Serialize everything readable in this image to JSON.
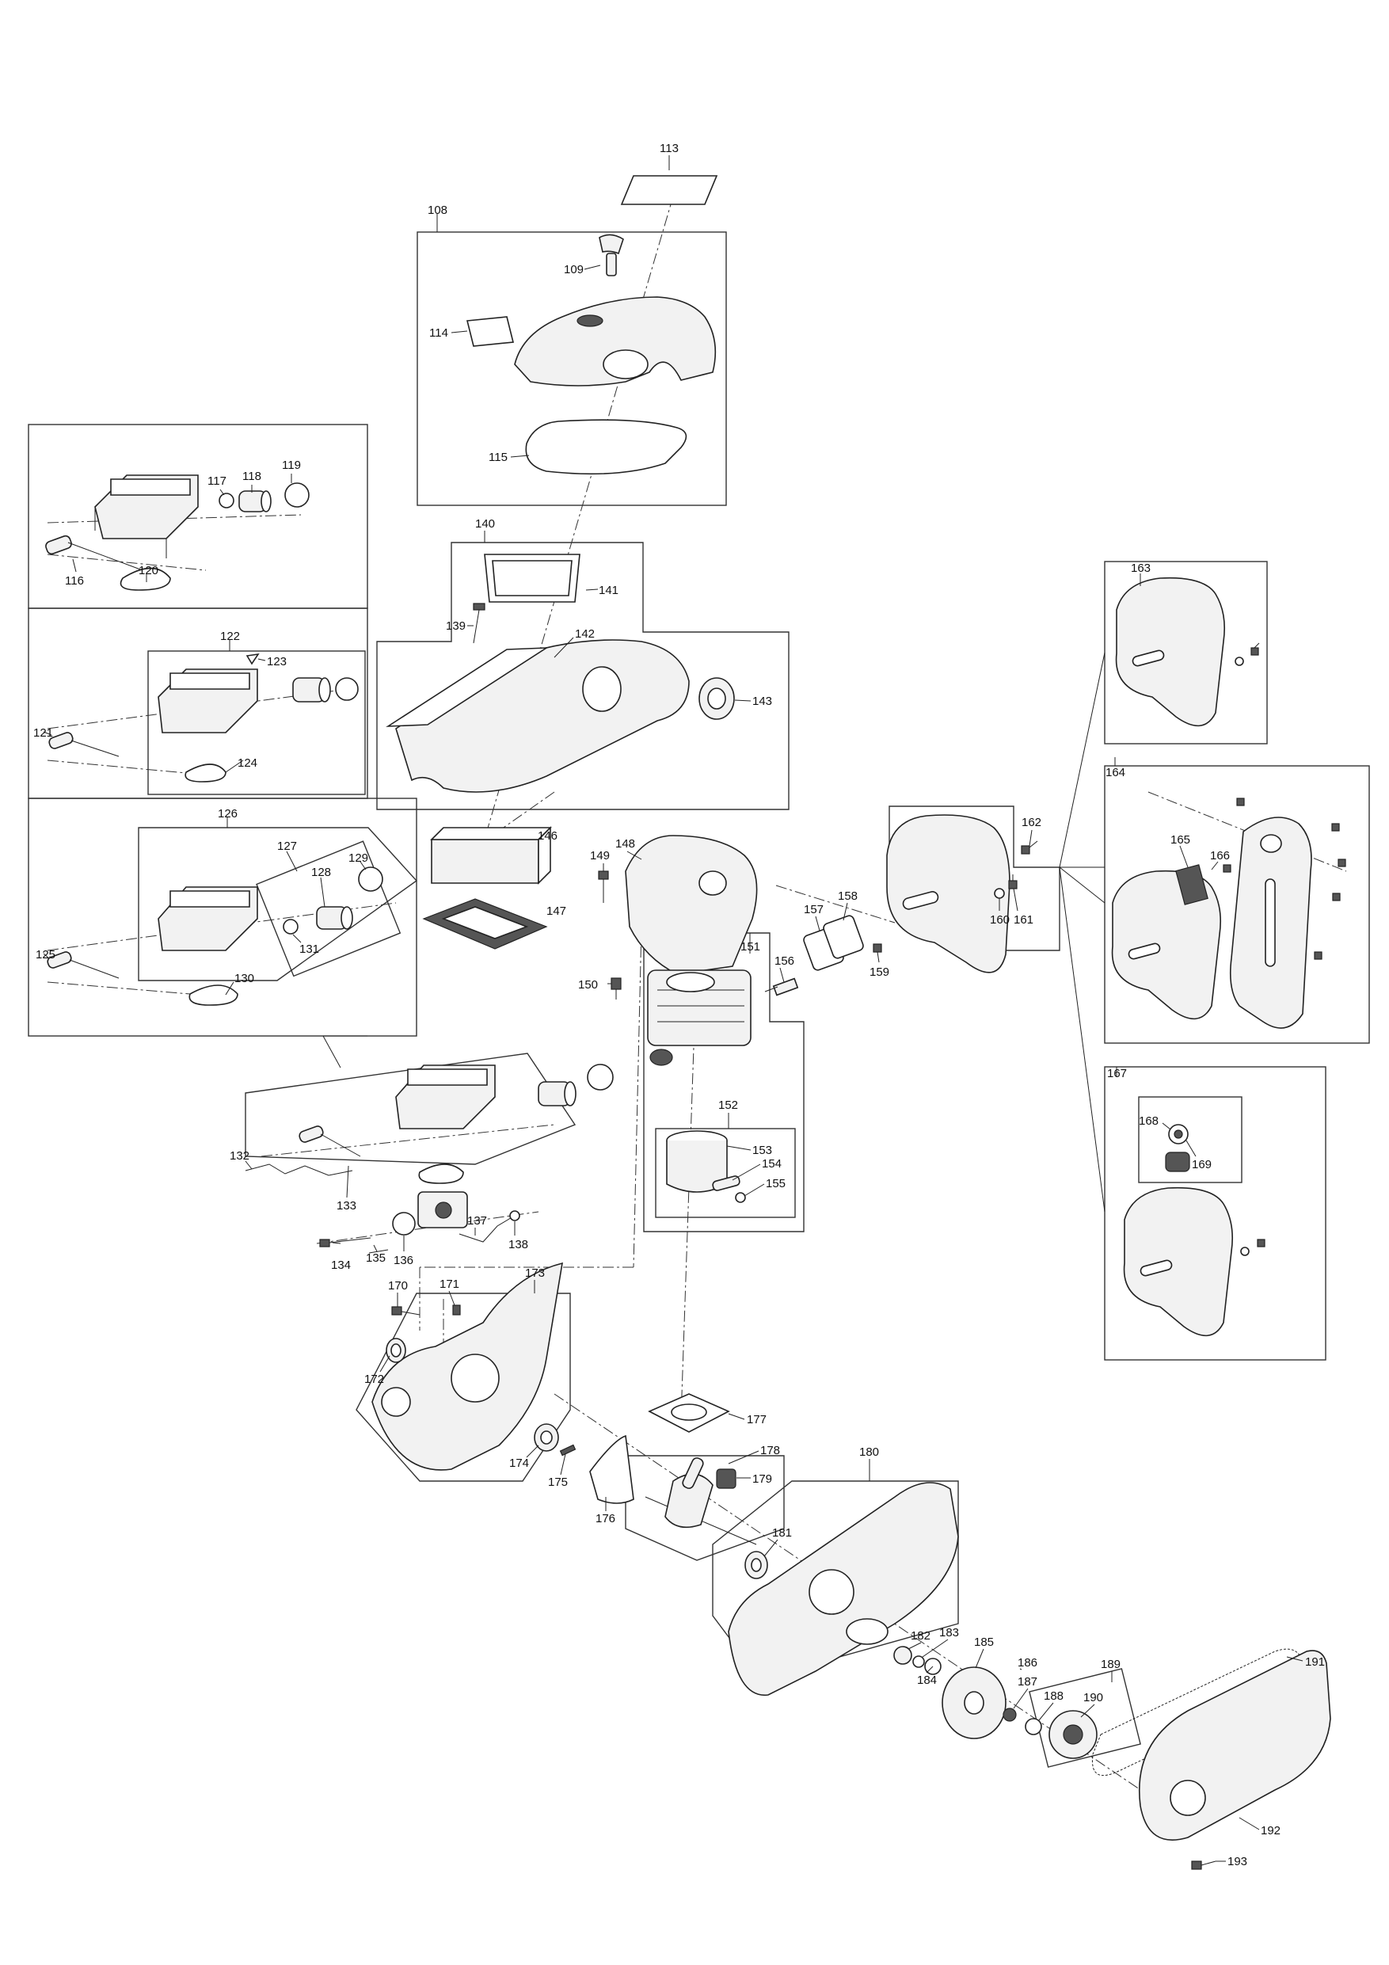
{
  "labels": {
    "p108": "108",
    "p109": "109",
    "p113": "113",
    "p114": "114",
    "p115": "115",
    "p116": "116",
    "p117": "117",
    "p118": "118",
    "p119": "119",
    "p120": "120",
    "p121": "121",
    "p122": "122",
    "p123": "123",
    "p124": "124",
    "p125": "125",
    "p126": "126",
    "p127": "127",
    "p128": "128",
    "p129": "129",
    "p130": "130",
    "p131": "131",
    "p132": "132",
    "p133": "133",
    "p134": "134",
    "p135": "135",
    "p136": "136",
    "p137": "137",
    "p138": "138",
    "p139": "139",
    "p140": "140",
    "p141": "141",
    "p142": "142",
    "p143": "143",
    "p146": "146",
    "p147": "147",
    "p148": "148",
    "p149": "149",
    "p150": "150",
    "p151": "151",
    "p152": "152",
    "p153": "153",
    "p154": "154",
    "p155": "155",
    "p156": "156",
    "p157": "157",
    "p158": "158",
    "p159": "159",
    "p160": "160",
    "p161": "161",
    "p162": "162",
    "p163": "163",
    "p164": "164",
    "p165": "165",
    "p166": "166",
    "p167": "167",
    "p168": "168",
    "p169": "169",
    "p170": "170",
    "p171": "171",
    "p172": "172",
    "p173": "173",
    "p174": "174",
    "p175": "175",
    "p176": "176",
    "p177": "177",
    "p178": "178",
    "p179": "179",
    "p180": "180",
    "p181": "181",
    "p182": "182",
    "p183": "183",
    "p184": "184",
    "p185": "185",
    "p186": "186",
    "p187": "187",
    "p188": "188",
    "p189": "189",
    "p190": "190",
    "p191": "191",
    "p192": "192",
    "p193": "193"
  }
}
